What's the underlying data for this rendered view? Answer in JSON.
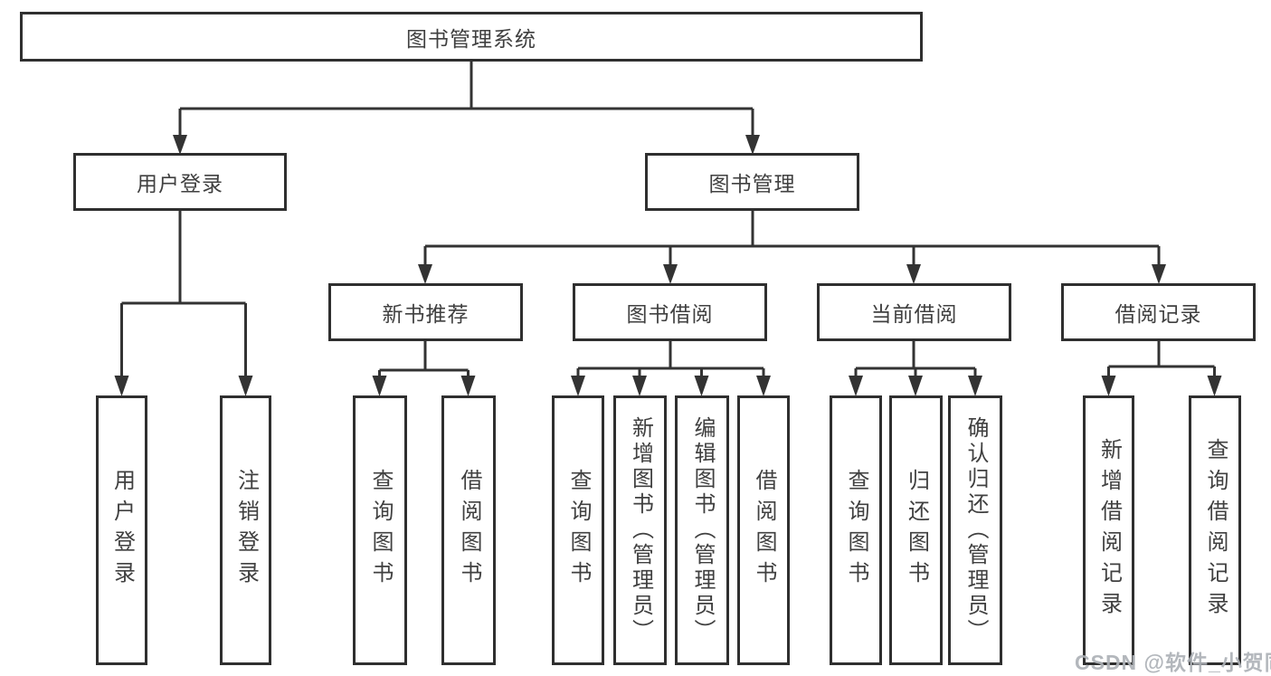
{
  "diagram": {
    "root": {
      "label": "图书管理系统"
    },
    "branches": [
      {
        "label": "用户登录",
        "children": [
          {
            "label": "用户登录"
          },
          {
            "label": "注销登录"
          }
        ]
      },
      {
        "label": "图书管理",
        "children": [
          {
            "label": "新书推荐",
            "children": [
              {
                "label": "查询图书"
              },
              {
                "label": "借阅图书"
              }
            ]
          },
          {
            "label": "图书借阅",
            "children": [
              {
                "label": "查询图书"
              },
              {
                "label": "新增图书（管理员）"
              },
              {
                "label": "编辑图书（管理员）"
              },
              {
                "label": "借阅图书"
              }
            ]
          },
          {
            "label": "当前借阅",
            "children": [
              {
                "label": "查询图书"
              },
              {
                "label": "归还图书"
              },
              {
                "label": "确认归还（管理员）"
              }
            ]
          },
          {
            "label": "借阅记录",
            "children": [
              {
                "label": "新增借阅记录"
              },
              {
                "label": "查询借阅记录"
              }
            ]
          }
        ]
      }
    ]
  },
  "watermark": {
    "text": "CSDN @软件_小贺同学"
  },
  "colors": {
    "line": "#333333",
    "box_border": "#2f2f2f",
    "text": "#404040",
    "background": "#ffffff",
    "watermark": "#adb1b6"
  }
}
